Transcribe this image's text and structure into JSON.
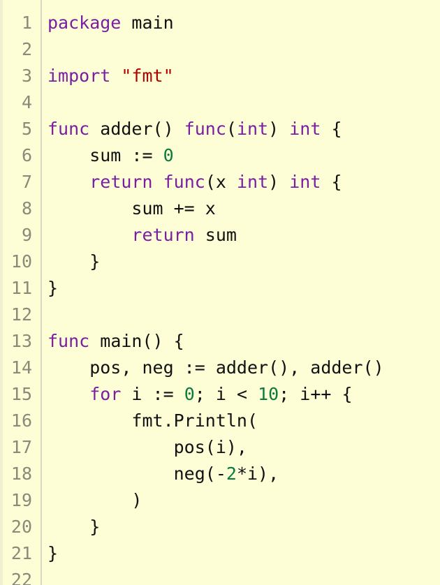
{
  "editor": {
    "colors": {
      "background": "#fefed6",
      "keyword": "#7a1fa2",
      "string": "#b00000",
      "number": "#0a7a3e",
      "plain": "#111111",
      "line_number": "#8a8a7a"
    },
    "lines": [
      {
        "n": "1",
        "tokens": [
          {
            "t": "package",
            "c": "kw"
          },
          {
            "t": " main",
            "c": "pl"
          }
        ]
      },
      {
        "n": "2",
        "tokens": []
      },
      {
        "n": "3",
        "tokens": [
          {
            "t": "import",
            "c": "kw"
          },
          {
            "t": " ",
            "c": "pl"
          },
          {
            "t": "\"fmt\"",
            "c": "str"
          }
        ]
      },
      {
        "n": "4",
        "tokens": []
      },
      {
        "n": "5",
        "tokens": [
          {
            "t": "func",
            "c": "kw"
          },
          {
            "t": " adder() ",
            "c": "pl"
          },
          {
            "t": "func",
            "c": "kw"
          },
          {
            "t": "(",
            "c": "pl"
          },
          {
            "t": "int",
            "c": "kw"
          },
          {
            "t": ") ",
            "c": "pl"
          },
          {
            "t": "int",
            "c": "kw"
          },
          {
            "t": " {",
            "c": "pl"
          }
        ]
      },
      {
        "n": "6",
        "tokens": [
          {
            "t": "    sum := ",
            "c": "pl"
          },
          {
            "t": "0",
            "c": "num"
          }
        ]
      },
      {
        "n": "7",
        "tokens": [
          {
            "t": "    ",
            "c": "pl"
          },
          {
            "t": "return",
            "c": "kw"
          },
          {
            "t": " ",
            "c": "pl"
          },
          {
            "t": "func",
            "c": "kw"
          },
          {
            "t": "(x ",
            "c": "pl"
          },
          {
            "t": "int",
            "c": "kw"
          },
          {
            "t": ") ",
            "c": "pl"
          },
          {
            "t": "int",
            "c": "kw"
          },
          {
            "t": " {",
            "c": "pl"
          }
        ]
      },
      {
        "n": "8",
        "tokens": [
          {
            "t": "        sum += x",
            "c": "pl"
          }
        ]
      },
      {
        "n": "9",
        "tokens": [
          {
            "t": "        ",
            "c": "pl"
          },
          {
            "t": "return",
            "c": "kw"
          },
          {
            "t": " sum",
            "c": "pl"
          }
        ]
      },
      {
        "n": "10",
        "tokens": [
          {
            "t": "    }",
            "c": "pl"
          }
        ]
      },
      {
        "n": "11",
        "tokens": [
          {
            "t": "}",
            "c": "pl"
          }
        ]
      },
      {
        "n": "12",
        "tokens": []
      },
      {
        "n": "13",
        "tokens": [
          {
            "t": "func",
            "c": "kw"
          },
          {
            "t": " main() {",
            "c": "pl"
          }
        ]
      },
      {
        "n": "14",
        "tokens": [
          {
            "t": "    pos, neg := adder(), adder()",
            "c": "pl"
          }
        ]
      },
      {
        "n": "15",
        "tokens": [
          {
            "t": "    ",
            "c": "pl"
          },
          {
            "t": "for",
            "c": "kw"
          },
          {
            "t": " i := ",
            "c": "pl"
          },
          {
            "t": "0",
            "c": "num"
          },
          {
            "t": "; i < ",
            "c": "pl"
          },
          {
            "t": "10",
            "c": "num"
          },
          {
            "t": "; i++ {",
            "c": "pl"
          }
        ]
      },
      {
        "n": "16",
        "tokens": [
          {
            "t": "        fmt.Println(",
            "c": "pl"
          }
        ]
      },
      {
        "n": "17",
        "tokens": [
          {
            "t": "            pos(i),",
            "c": "pl"
          }
        ]
      },
      {
        "n": "18",
        "tokens": [
          {
            "t": "            neg(-",
            "c": "pl"
          },
          {
            "t": "2",
            "c": "num"
          },
          {
            "t": "*i),",
            "c": "pl"
          }
        ]
      },
      {
        "n": "19",
        "tokens": [
          {
            "t": "        )",
            "c": "pl"
          }
        ]
      },
      {
        "n": "20",
        "tokens": [
          {
            "t": "    }",
            "c": "pl"
          }
        ]
      },
      {
        "n": "21",
        "tokens": [
          {
            "t": "}",
            "c": "pl"
          }
        ]
      },
      {
        "n": "22",
        "tokens": []
      }
    ]
  }
}
